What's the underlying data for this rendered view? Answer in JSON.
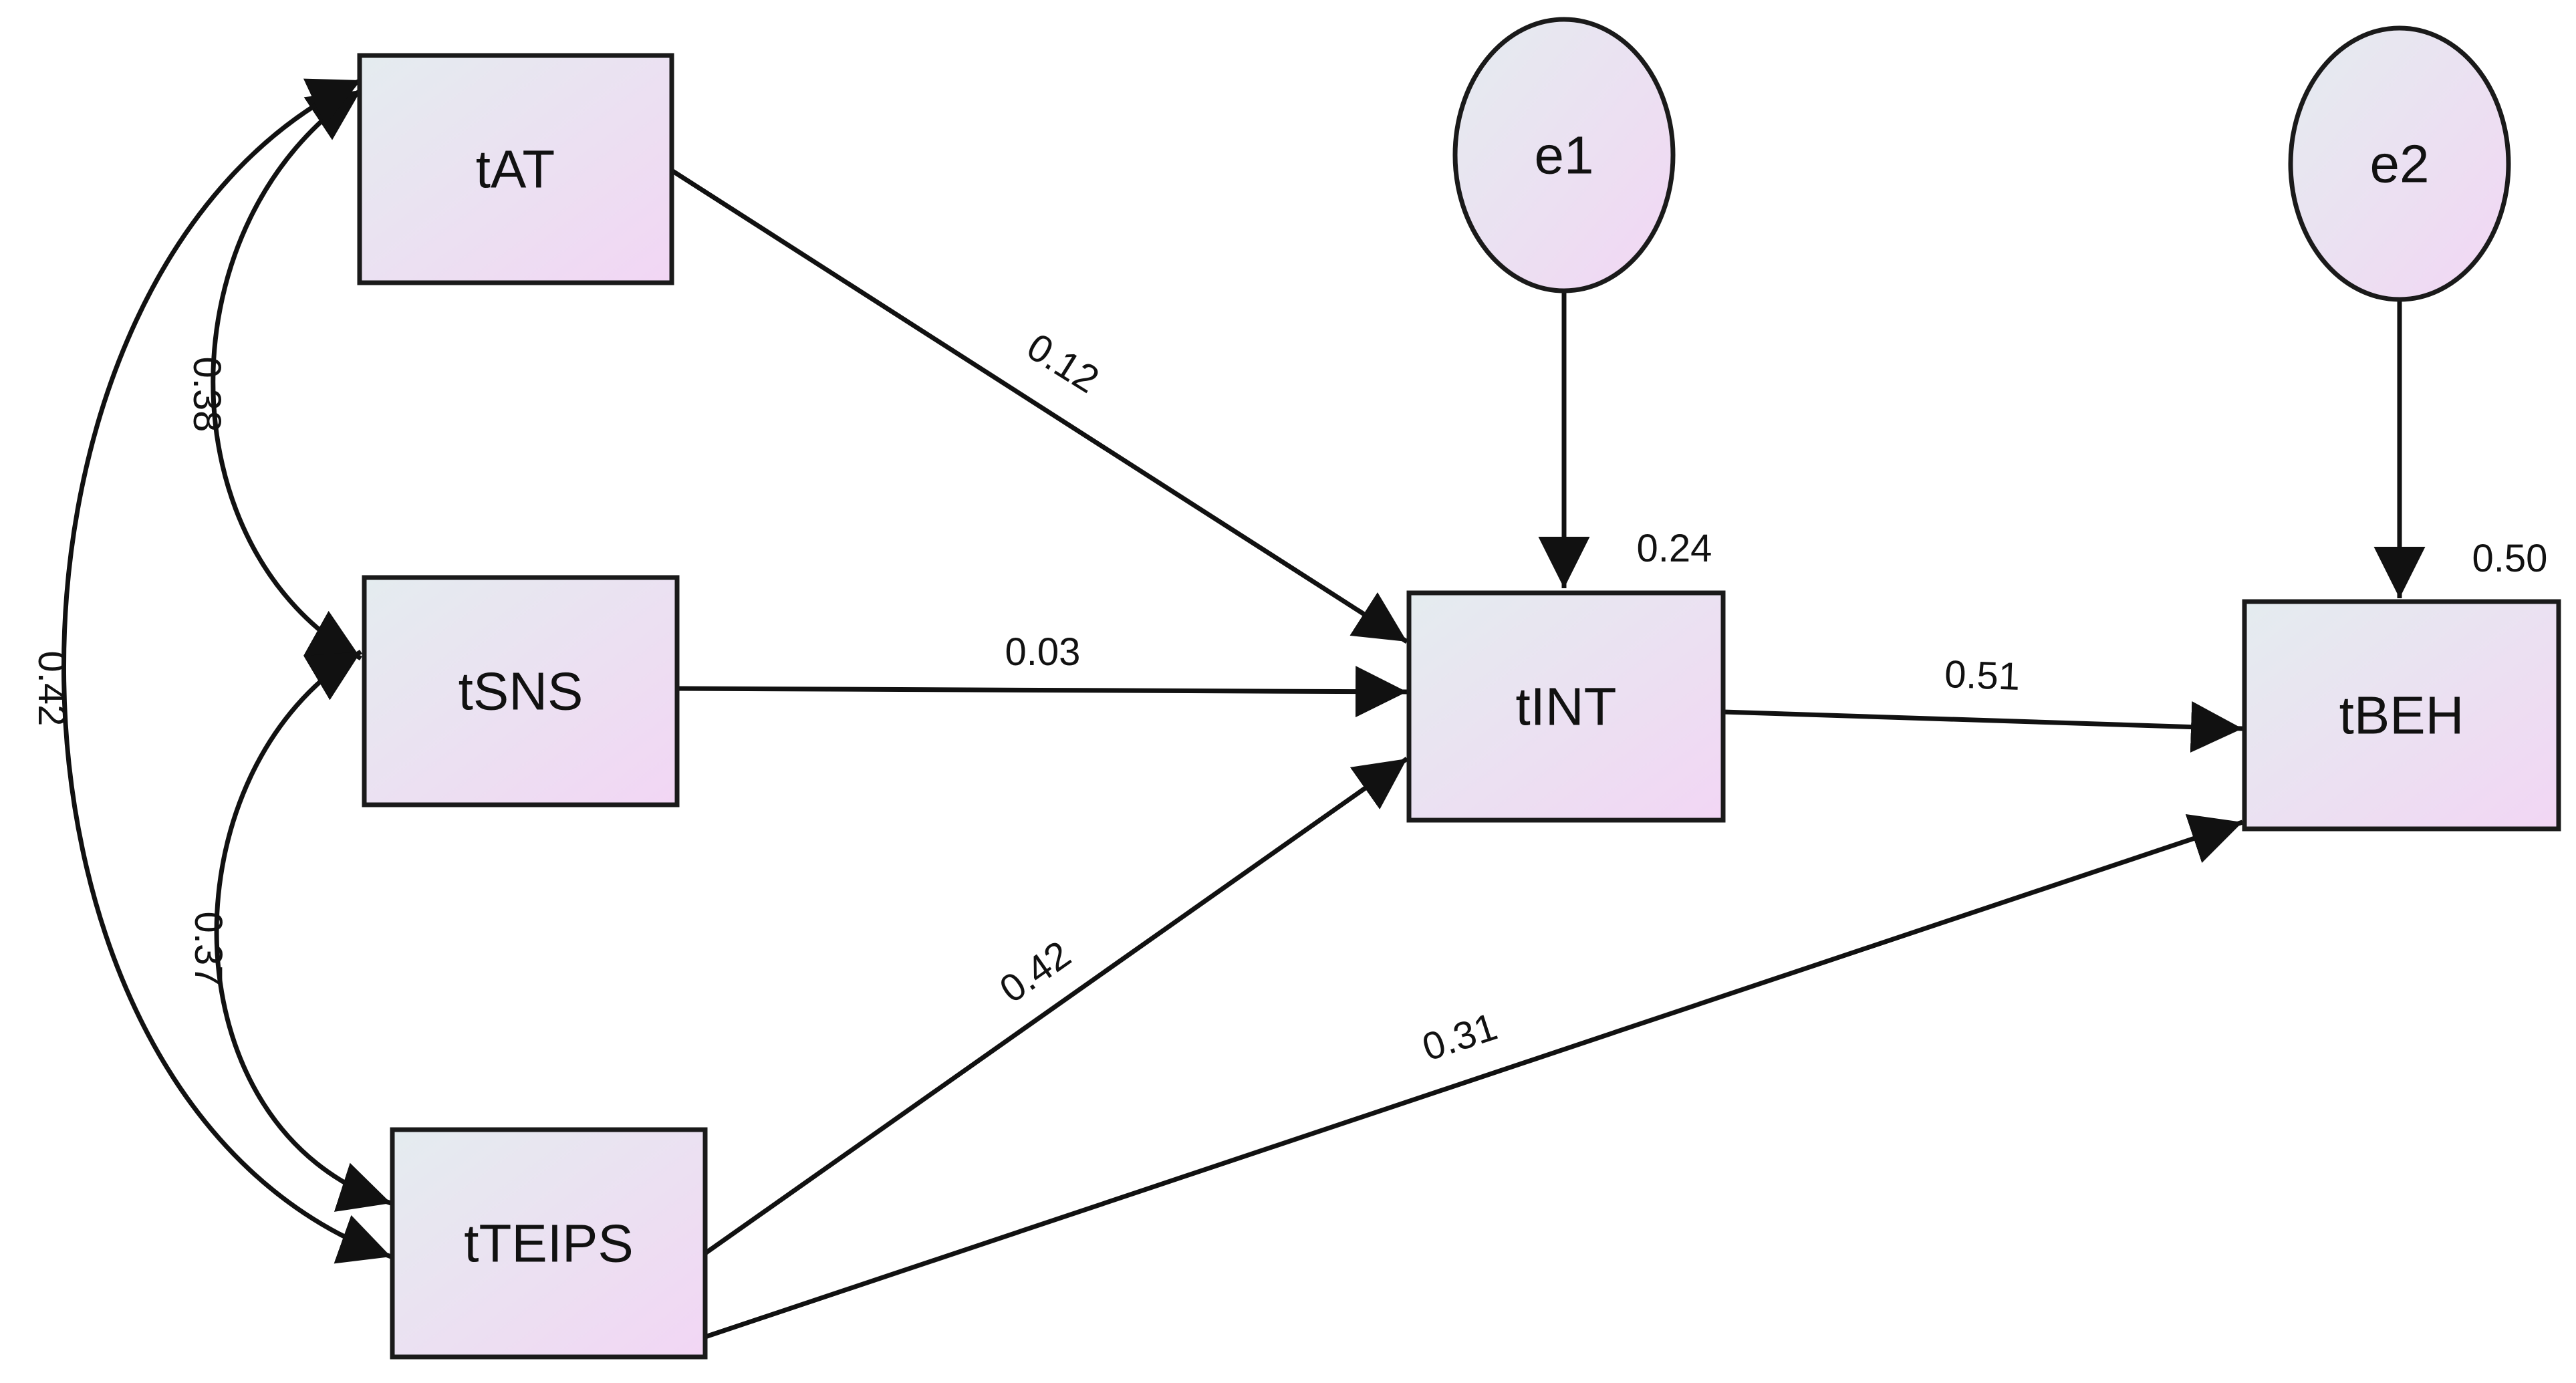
{
  "colors": {
    "node_fill_start": "#e4ecef",
    "node_fill_end": "#f2d6f4",
    "stroke": "#111111"
  },
  "nodes": {
    "tAT": "tAT",
    "tSNS": "tSNS",
    "tTEIPS": "tTEIPS",
    "tINT": "tINT",
    "tBEH": "tBEH",
    "e1": "e1",
    "e2": "e2"
  },
  "paths": {
    "tAT_tINT": "0.12",
    "tSNS_tINT": "0.03",
    "tTEIPS_tINT": "0.42",
    "tTEIPS_tBEH": "0.31",
    "tINT_tBEH": "0.51"
  },
  "covariances": {
    "tAT_tSNS": "0.38",
    "tSNS_tTEIPS": "0.37",
    "tAT_tTEIPS": "0.42"
  },
  "r_squared": {
    "tINT": "0.24",
    "tBEH": "0.50"
  }
}
